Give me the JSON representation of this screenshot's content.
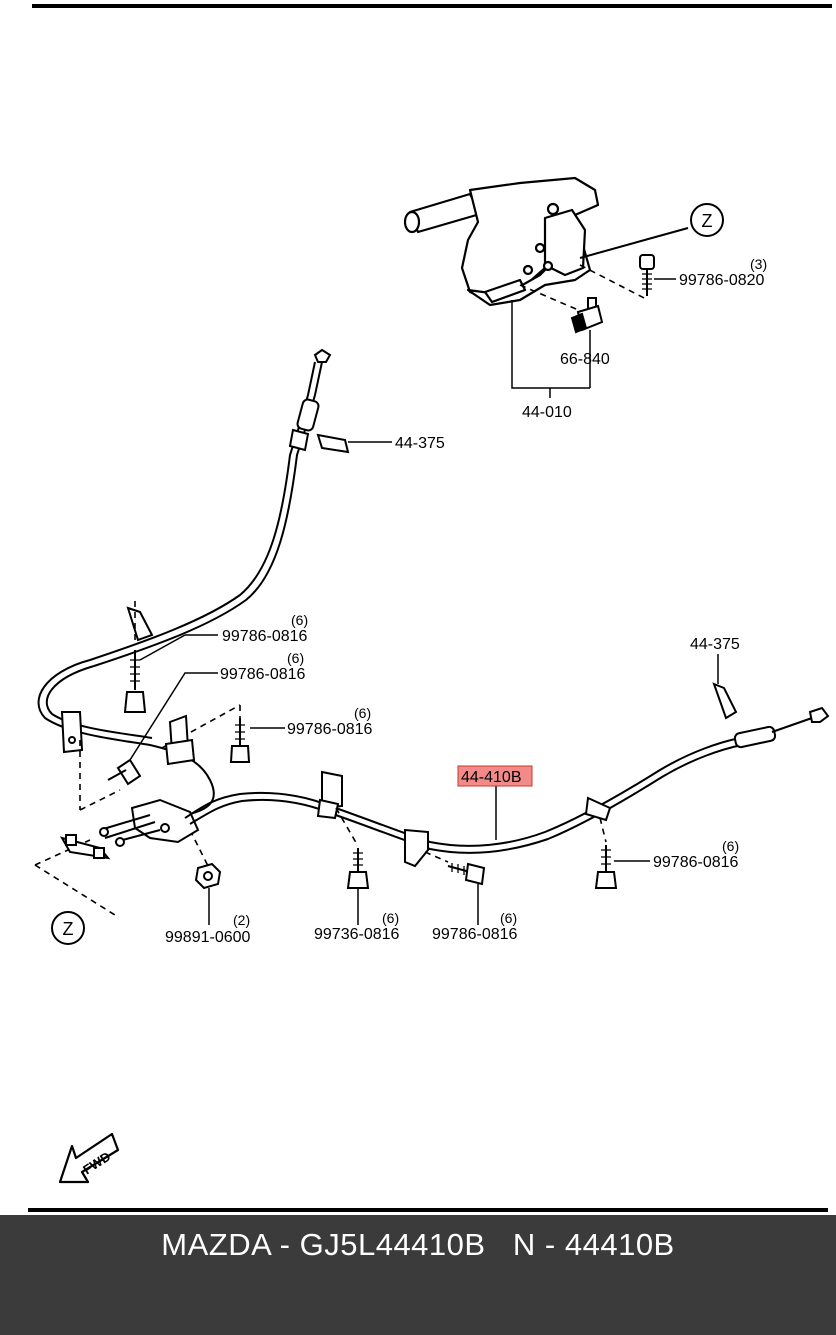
{
  "diagram": {
    "labels": {
      "p44010": "44-010",
      "p66840": "66-840",
      "p99786_0820": "99786-0820",
      "p99786_0820_qty": "(3)",
      "p44375_top": "44-375",
      "p44375_right": "44-375",
      "p99786_0816_a": "99786-0816",
      "p99786_0816_a_qty": "(6)",
      "p99786_0816_b": "99786-0816",
      "p99786_0816_b_qty": "(6)",
      "p99786_0816_c": "99786-0816",
      "p99786_0816_c_qty": "(6)",
      "p44410B": "44-410B",
      "p99786_0816_d": "99786-0816",
      "p99786_0816_d_qty": "(6)",
      "p99891_0600": "99891-0600",
      "p99891_0600_qty": "(2)",
      "p99736_0816": "99736-0816",
      "p99736_0816_qty": "(6)",
      "p99786_0816_e": "99786-0816",
      "p99786_0816_e_qty": "(6)"
    },
    "ref_z_top": "Z",
    "ref_z_bottom": "Z",
    "fwd_label": "FWD",
    "highlight_color": "#f28a8a"
  },
  "footer": {
    "text": "MAZDA - GJ5L44410B   N - 44410B"
  }
}
